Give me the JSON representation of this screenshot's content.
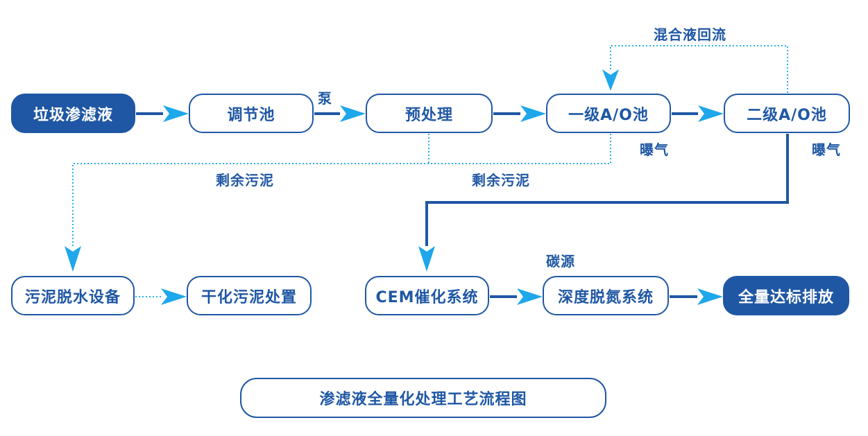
{
  "colors": {
    "primary": "#1f57a4",
    "arrow": "#1ea7ea",
    "dotted": "#27b2ea"
  },
  "nodes": {
    "leachate": "垃圾渗滤液",
    "regulating_tank": "调节池",
    "pretreatment": "预处理",
    "ao_stage1": "一级A/O池",
    "ao_stage2": "二级A/O池",
    "sludge_dewatering": "污泥脱水设备",
    "dried_sludge": "干化污泥处置",
    "cem_catalysis": "CEM催化系统",
    "deep_denitrification": "深度脱氮系统",
    "discharge": "全量达标排放"
  },
  "labels": {
    "pump": "泵",
    "mixed_liquor_recycle": "混合液回流",
    "aeration_1": "曝气",
    "aeration_2": "曝气",
    "excess_sludge_left": "剩余污泥",
    "excess_sludge_right": "剩余污泥",
    "carbon_source": "碳源"
  },
  "caption": "渗滤液全量化处理工艺流程图"
}
